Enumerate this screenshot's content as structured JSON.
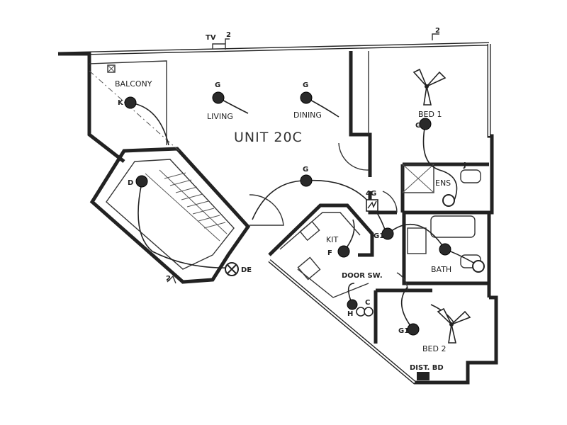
{
  "plan": {
    "unit_title": "UNIT 20C",
    "rooms": {
      "balcony": "BALCONY",
      "living": "LIVING",
      "dining": "DINING",
      "bed1": "BED 1",
      "bed2": "BED 2",
      "bath": "BATH",
      "ens": "ENS",
      "kit": "KIT"
    },
    "symbols": {
      "tv": "TV",
      "door_switch": "DOOR SW.",
      "dist_board": "DIST. BD",
      "g": "G",
      "g1": "G1",
      "f": "F",
      "k": "K",
      "d": "D",
      "de": "DE",
      "h": "H",
      "c": "C",
      "j": "J",
      "phone_4g": "4G",
      "two": "2"
    }
  }
}
